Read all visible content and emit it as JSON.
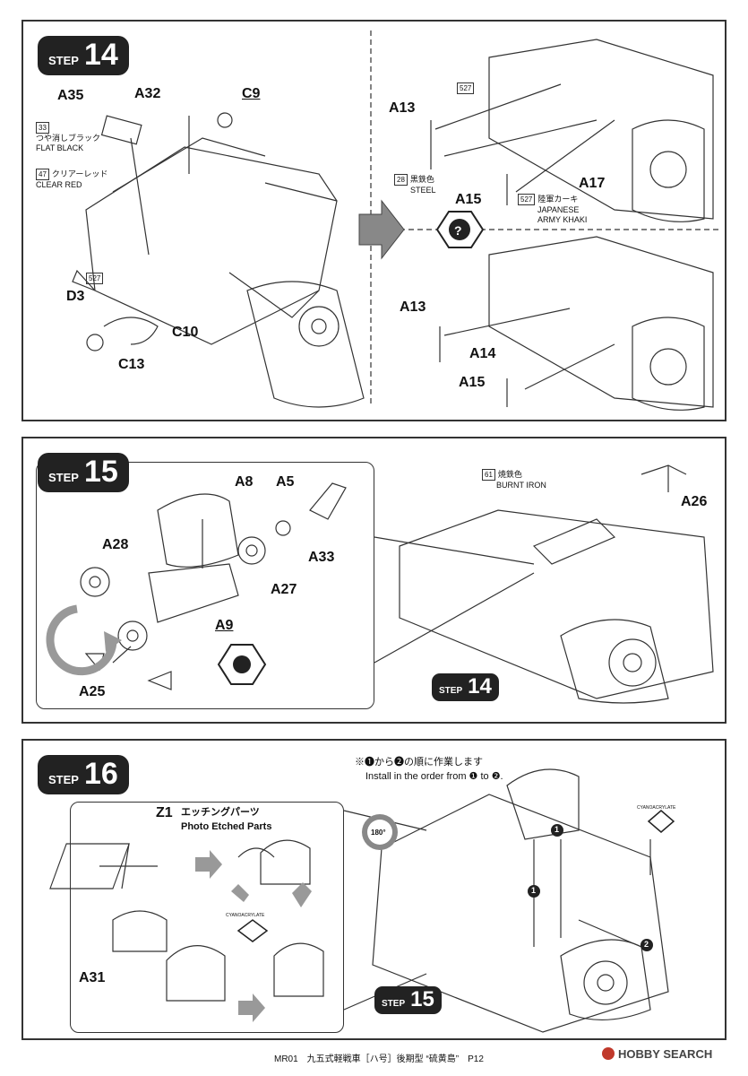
{
  "steps": {
    "s14": {
      "word": "STEP",
      "number": "14",
      "parts": {
        "a35": "A35",
        "a32": "A32",
        "c9": "C9",
        "d3": "D3",
        "c10": "C10",
        "c13": "C13",
        "a13a": "A13",
        "a15a": "A15",
        "a17": "A17",
        "a13b": "A13",
        "a14": "A14",
        "a15b": "A15"
      },
      "colors": {
        "c33": {
          "code": "33",
          "jp": "つや消しブラック",
          "en": "FLAT BLACK"
        },
        "c47": {
          "code": "47",
          "jp": "クリアーレッド",
          "en": "CLEAR RED"
        },
        "c28": {
          "code": "28",
          "jp": "黒鉄色",
          "en": "STEEL"
        },
        "c527": {
          "code": "527",
          "jp": "陸軍カーキ",
          "en1": "JAPANESE",
          "en2": "ARMY KHAKI"
        },
        "ref527a": "527",
        "ref527b": "527"
      }
    },
    "s15": {
      "word": "STEP",
      "number": "15",
      "parts": {
        "a8": "A8",
        "a5": "A5",
        "a33": "A33",
        "a28": "A28",
        "a27": "A27",
        "a9": "A9",
        "a25": "A25",
        "a26": "A26"
      },
      "colors": {
        "c61": {
          "code": "61",
          "jp": "焼鉄色",
          "en": "BURNT IRON"
        }
      },
      "ref": {
        "word": "STEP",
        "number": "14"
      }
    },
    "s16": {
      "word": "STEP",
      "number": "16",
      "order_jp": "※❶から❷の順に作業します",
      "order_en": "Install in the order from ❶ to ❷.",
      "z1": "Z1",
      "pe_jp": "エッチングパーツ",
      "pe_en": "Photo Etched Parts",
      "a31": "A31",
      "rotate": "180°",
      "cyano": "CYANOACRYLATE",
      "n1": "1",
      "n2": "2",
      "ref": {
        "word": "STEP",
        "number": "15"
      }
    }
  },
  "footer": "MR01　九五式軽戦車［ハ号］後期型 “硫黄島”　P12",
  "brand": "HOBBY SEARCH"
}
